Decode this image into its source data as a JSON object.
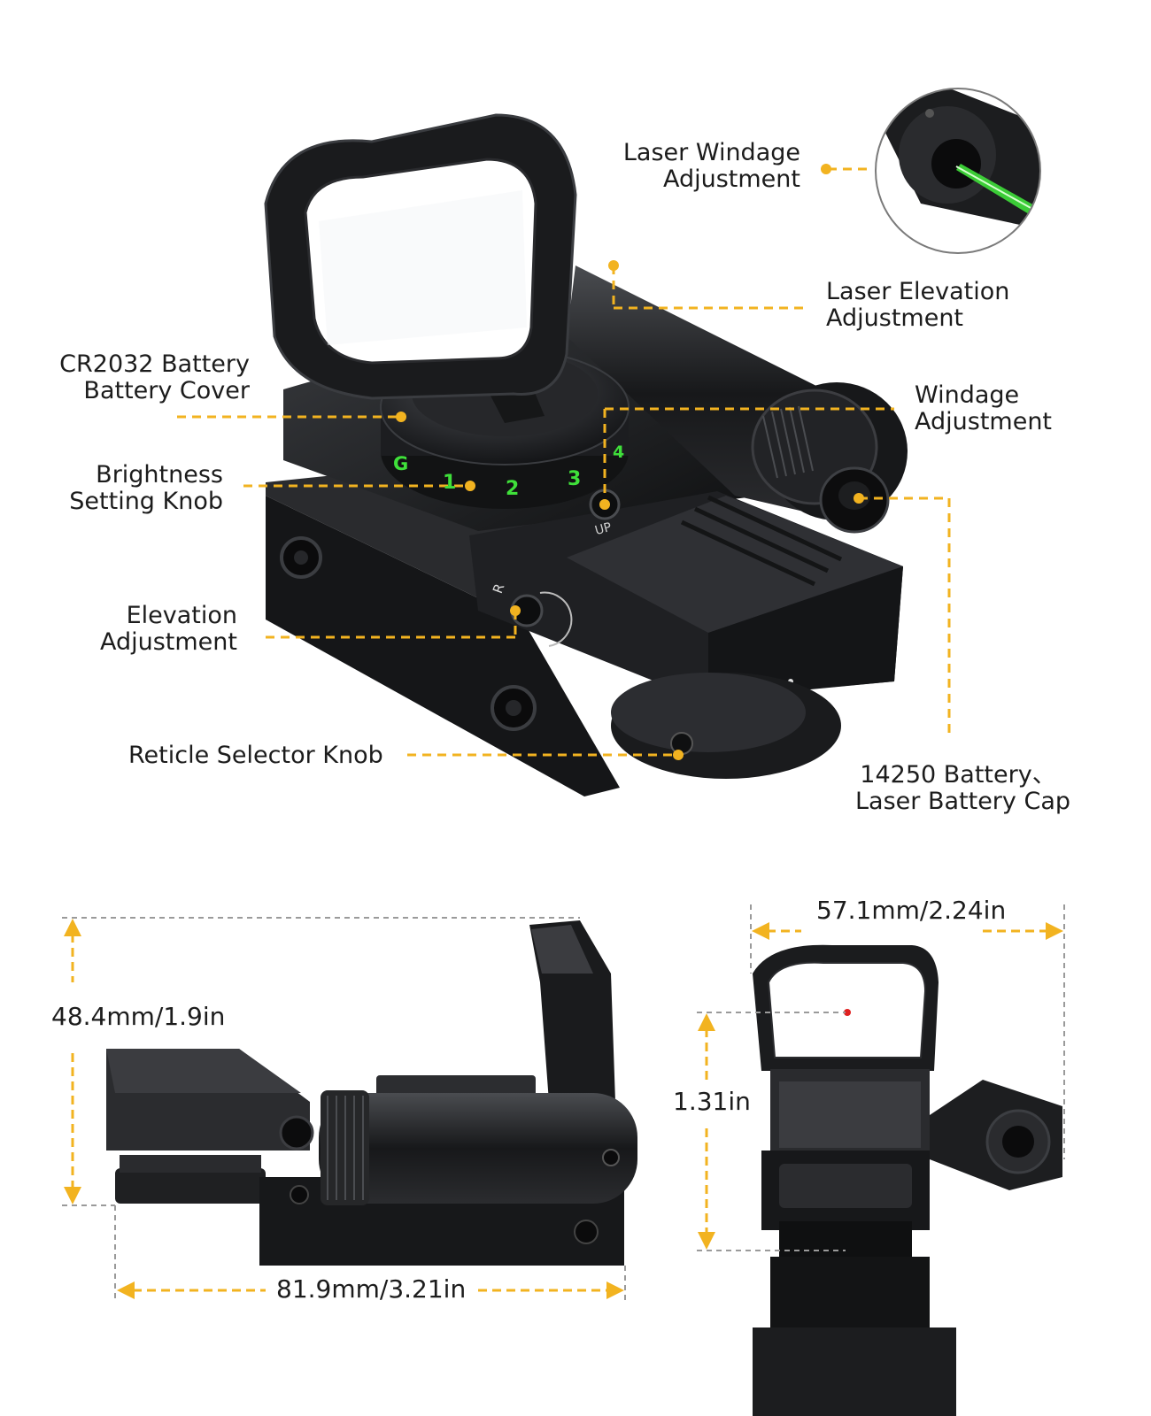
{
  "callouts": {
    "laser_windage": [
      "Laser Windage",
      "Adjustment"
    ],
    "laser_elevation": [
      "Laser Elevation",
      "Adjustment"
    ],
    "battery_cover": [
      "CR2032 Battery",
      "Battery Cover"
    ],
    "windage": [
      "Windage",
      "Adjustment"
    ],
    "brightness": [
      "Brightness",
      "Setting Knob"
    ],
    "elevation": [
      "Elevation",
      "Adjustment"
    ],
    "reticle": "Reticle Selector Knob",
    "battery_cap": [
      "14250 Battery、",
      "Laser Battery Cap"
    ]
  },
  "knob_marks": [
    "G",
    "1",
    "2",
    "3",
    "4"
  ],
  "body_marks": {
    "up": "UP",
    "r": "R"
  },
  "dimensions": {
    "height": "48.4mm/1.9in",
    "length": "81.9mm/3.21in",
    "width": "57.1mm/2.24in",
    "window_height": "1.31in"
  },
  "colors": {
    "accent": "#f2b320",
    "laser": "#3fe03a",
    "body": "#1b1c1e",
    "reticle_dot": "#e02020"
  }
}
